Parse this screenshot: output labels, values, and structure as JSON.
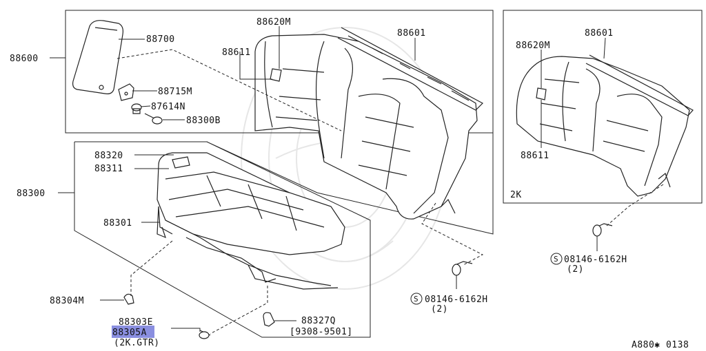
{
  "labels": {
    "l88600": "88600",
    "l88700": "88700",
    "l88715m": "88715M",
    "l87614n": "87614N",
    "l88300b": "88300B",
    "l88620m_main": "88620M",
    "l88611_main": "88611",
    "l88601_main": "88601",
    "l88601_2k": "88601",
    "l88620m_2k": "88620M",
    "l88611_2k": "88611",
    "l2k": "2K",
    "l88300": "88300",
    "l88320": "88320",
    "l88311": "88311",
    "l88301": "88301",
    "l88304m": "88304M",
    "l88303e": "88303E",
    "l88305a": "88305A",
    "l2kgtr": "(2K.GTR)",
    "l88327q": "88327Q",
    "l9308": "[9308-9501]",
    "bolt_main": "08146-6162H",
    "bolt_main_qty": "(2)",
    "bolt_2k": "08146-6162H",
    "bolt_2k_qty": "(2)",
    "s_mark": "S",
    "ref": "A880✱ 0138"
  },
  "colors": {
    "highlight": "#8a8fe0",
    "ink": "#222222"
  }
}
